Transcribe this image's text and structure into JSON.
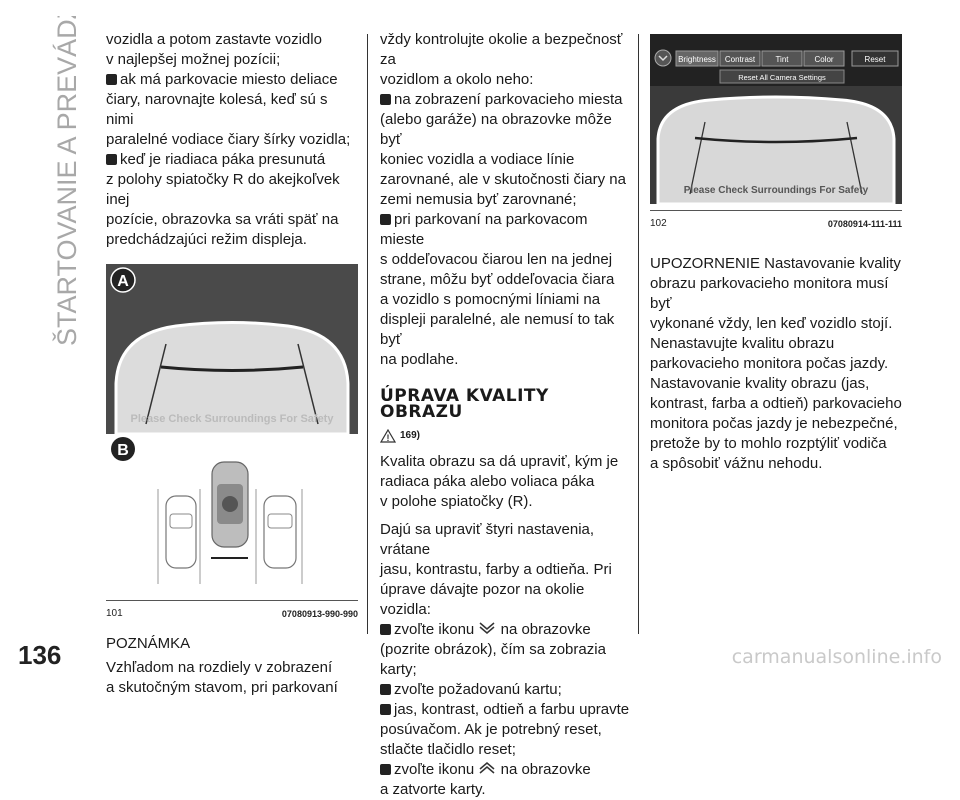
{
  "side_title": "ŠTARTOVANIE A PREVÁDZKA",
  "page_number": "136",
  "watermark": "carmanualsonline.info",
  "col1": {
    "lines": [
      "vozidla a potom zastavte vozidlo",
      "v najlepšej možnej pozícii;"
    ],
    "bullet1": [
      "ak má parkovacie miesto deliace",
      "čiary, narovnajte kolesá, keď sú s nimi",
      "paralelné vodiace čiary šírky vozidla;"
    ],
    "bullet2": [
      "keď je riadiaca páka presunutá",
      "z polohy spiatočky R do akejkoľvek inej",
      "pozície, obrazovka sa vráti späť na",
      "predchádzajúci režim displeja."
    ],
    "figure": {
      "label_a": "A",
      "label_b": "B",
      "overlay_text": "Please Check Surroundings For Safety",
      "caption_num": "101",
      "caption_code": "07080913-990-990"
    },
    "note_heading": "POZNÁMKA",
    "note_lines": [
      "Vzhľadom na rozdiely v zobrazení",
      "a skutočným stavom, pri parkovaní"
    ]
  },
  "col2": {
    "intro": [
      "vždy kontrolujte okolie a bezpečnosť za",
      "vozidlom a okolo neho:"
    ],
    "bullet1": [
      "na zobrazení parkovacieho miesta",
      "(alebo garáže) na obrazovke môže byť",
      "koniec vozidla a vodiace línie",
      "zarovnané, ale v skutočnosti čiary na",
      "zemi nemusia byť zarovnané;"
    ],
    "bullet2": [
      "pri parkovaní na parkovacom mieste",
      "s oddeľovacou čiarou len na jednej",
      "strane, môžu byť oddeľovacia čiara",
      "a vozidlo s pomocnými líniami na",
      "displeji paralelné, ale nemusí to tak byť",
      "na podlahe."
    ],
    "heading": [
      "ÚPRAVA KVALITY",
      "OBRAZU"
    ],
    "warn_ref": "169)",
    "para1": [
      "Kvalita obrazu sa dá upraviť, kým je",
      "radiaca páka alebo voliaca páka",
      "v polohe spiatočky (R)."
    ],
    "para2": [
      "Dajú sa upraviť štyri nastavenia, vrátane",
      "jasu, kontrastu, farby a odtieňa. Pri",
      "úprave dávajte pozor na okolie vozidla:"
    ],
    "step1a": "zvoľte ikonu",
    "step1b": "na obrazovke",
    "step1c": "(pozrite obrázok), čím sa zobrazia karty;",
    "step2": "zvoľte požadovanú kartu;",
    "step3": [
      "jas, kontrast, odtieň a farbu upravte",
      "posúvačom. Ak je potrebný reset,",
      "stlačte tlačidlo reset;"
    ],
    "step4a": "zvoľte ikonu",
    "step4b": "na obrazovke",
    "step4c": "a zatvorte karty."
  },
  "col3": {
    "screen": {
      "tabs": [
        "Brightness",
        "Contrast",
        "Tint",
        "Color"
      ],
      "reset": "Reset",
      "reset_all": "Reset All Camera Settings",
      "overlay_text": "Please Check Surroundings For Safety"
    },
    "caption_num": "102",
    "caption_code": "07080914-111-111",
    "warning": [
      "UPOZORNENIE Nastavovanie kvality",
      "obrazu parkovacieho monitora musí byť",
      "vykonané vždy, len keď vozidlo stojí.",
      "Nenastavujte kvalitu obrazu",
      "parkovacieho monitora počas jazdy.",
      "Nastavovanie kvality obrazu (jas,",
      "kontrast, farba a odtieň) parkovacieho",
      "monitora počas jazdy je nebezpečné,",
      "pretože by to mohlo rozptýliť vodiča",
      "a spôsobiť vážnu nehodu."
    ]
  }
}
